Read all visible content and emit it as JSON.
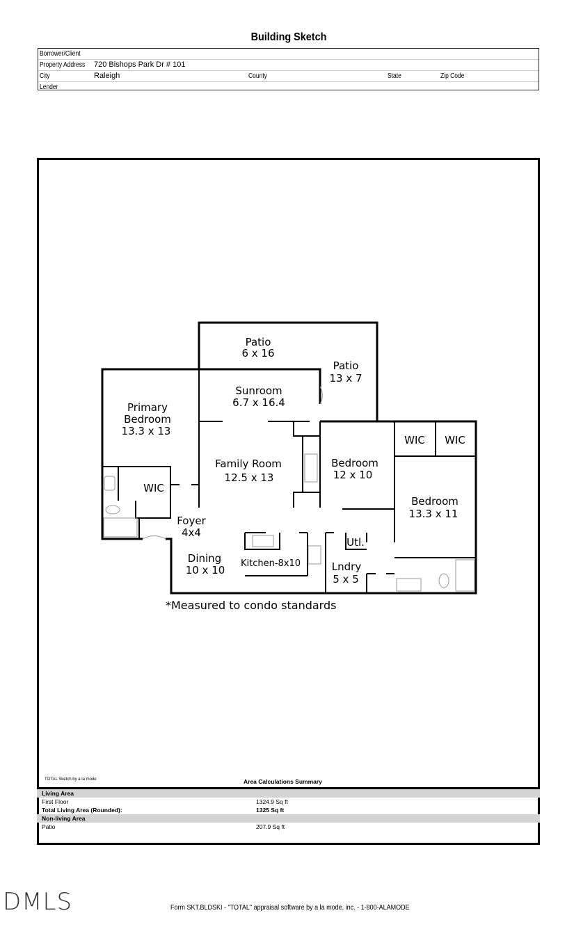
{
  "title": "Building Sketch",
  "header": {
    "borrower_label": "Borrower/Client",
    "borrower_value": "",
    "address_label": "Property Address",
    "address_value": "720 Bishops Park Dr # 101",
    "city_label": "City",
    "city_value": "Raleigh",
    "county_label": "County",
    "state_label": "State",
    "zip_label": "Zip Code",
    "lender_label": "Lender"
  },
  "rooms": {
    "patio1": [
      "Patio",
      "6 x 16"
    ],
    "patio2": [
      "Patio",
      "13 x 7"
    ],
    "sunroom": [
      "Sunroom",
      "6.7 x 16.4"
    ],
    "primary": [
      "Primary",
      "Bedroom",
      "13.3 x 13"
    ],
    "wic1": "WIC",
    "family": [
      "Family Room",
      "12.5 x 13"
    ],
    "bedroom2": [
      "Bedroom",
      "12 x 10"
    ],
    "wic2": "WIC",
    "wic3": "WIC",
    "bedroom3": [
      "Bedroom",
      "13.3 x 11"
    ],
    "foyer": [
      "Foyer",
      "4x4"
    ],
    "dining": [
      "Dining",
      "10 x 10"
    ],
    "kitchen": "Kitchen-8x10",
    "utl": "Utl.",
    "laundry": [
      "Lndry",
      "5 x 5"
    ]
  },
  "note": "*Measured to condo standards",
  "summary": {
    "credit": "TOTAL Sketch by a la mode",
    "title": "Area Calculations Summary",
    "living_area": "Living Area",
    "first_floor_label": "First Floor",
    "first_floor_value": "1324.9 Sq ft",
    "total_label": "Total Living Area (Rounded):",
    "total_value": "1325 Sq ft",
    "non_living": "Non-living Area",
    "patio_label": "Patio",
    "patio_value": "207.9 Sq ft"
  },
  "footer": "Form SKT.BLDSKI - \"TOTAL\" appraisal software by a la mode, inc. - 1-800-ALAMODE",
  "watermark": "DMLS"
}
